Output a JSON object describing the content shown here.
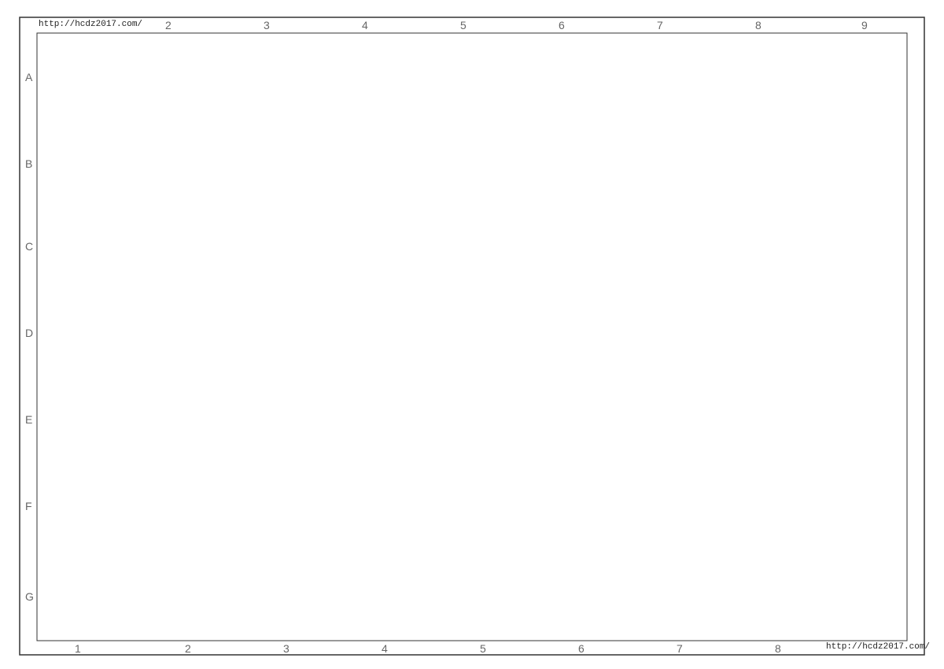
{
  "sheet": {
    "url_top": "http://hcdz2017.com/",
    "url_bottom": "http://hcdz2017.com/",
    "zones_top": [
      "2",
      "3",
      "4",
      "5",
      "6",
      "7",
      "8",
      "9"
    ],
    "zones_bottom": [
      "1",
      "2",
      "3",
      "4",
      "5",
      "6",
      "7",
      "8"
    ],
    "zones_side": [
      "A",
      "B",
      "C",
      "D",
      "E",
      "F",
      "G"
    ]
  }
}
